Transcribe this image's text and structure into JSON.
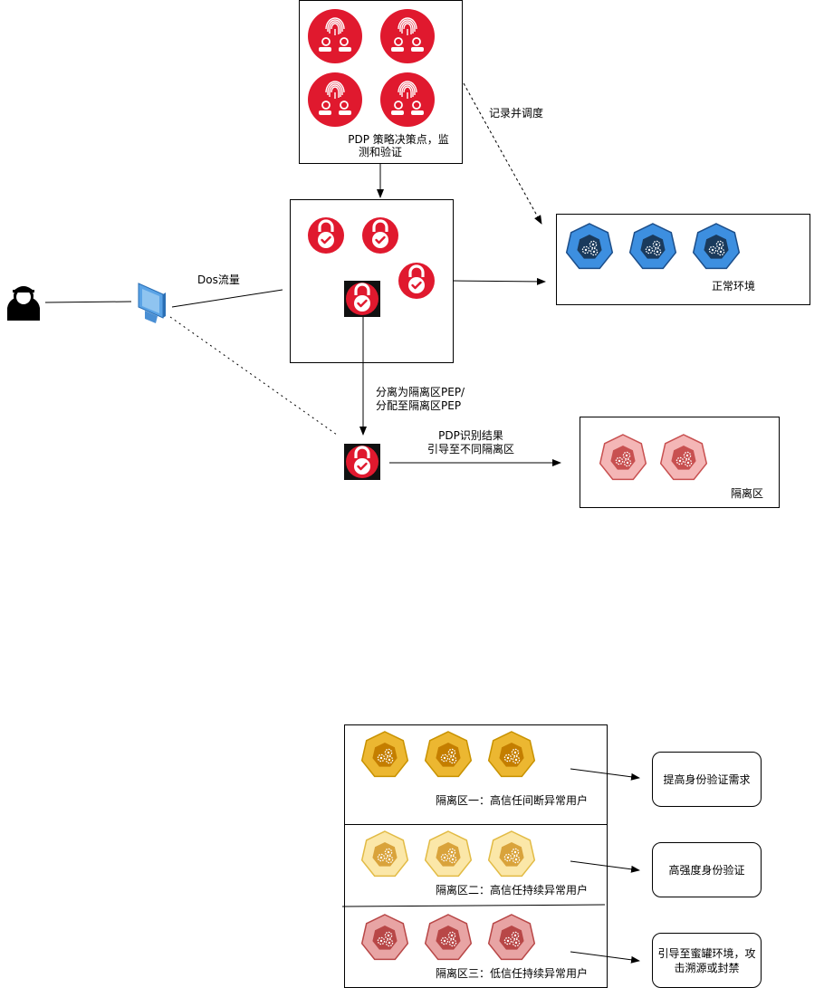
{
  "pdp": {
    "label_line1": "PDP 策略决策点，监",
    "label_line2": "测和验证"
  },
  "edges": {
    "record_dispatch": "记录并调度",
    "dos_traffic": "Dos流量",
    "separate_line1": "分离为隔离区PEP/",
    "separate_line2": "分配至隔离区PEP",
    "guide_line1": "PDP识别结果",
    "guide_line2": "引导至不同隔离区"
  },
  "normal_env": {
    "label": "正常环境"
  },
  "isolation": {
    "label": "隔离区"
  },
  "zones": [
    {
      "label": "隔离区一：高信任间断异常用户",
      "action": "提高身份验证需求"
    },
    {
      "label": "隔离区二：高信任持续异常用户",
      "action": "高强度身份验证"
    },
    {
      "label": "隔离区三：低信任持续异常用户",
      "action_line1": "引导至蜜罐环境，攻",
      "action_line2": "击溯源或封禁"
    }
  ],
  "colors": {
    "red": "#e0192e",
    "blue": "#3d8fe0",
    "pink": "#f4b6b6",
    "gold": "#ecb731",
    "light_gold": "#fbe7a8",
    "rose": "#e8a4a4"
  }
}
